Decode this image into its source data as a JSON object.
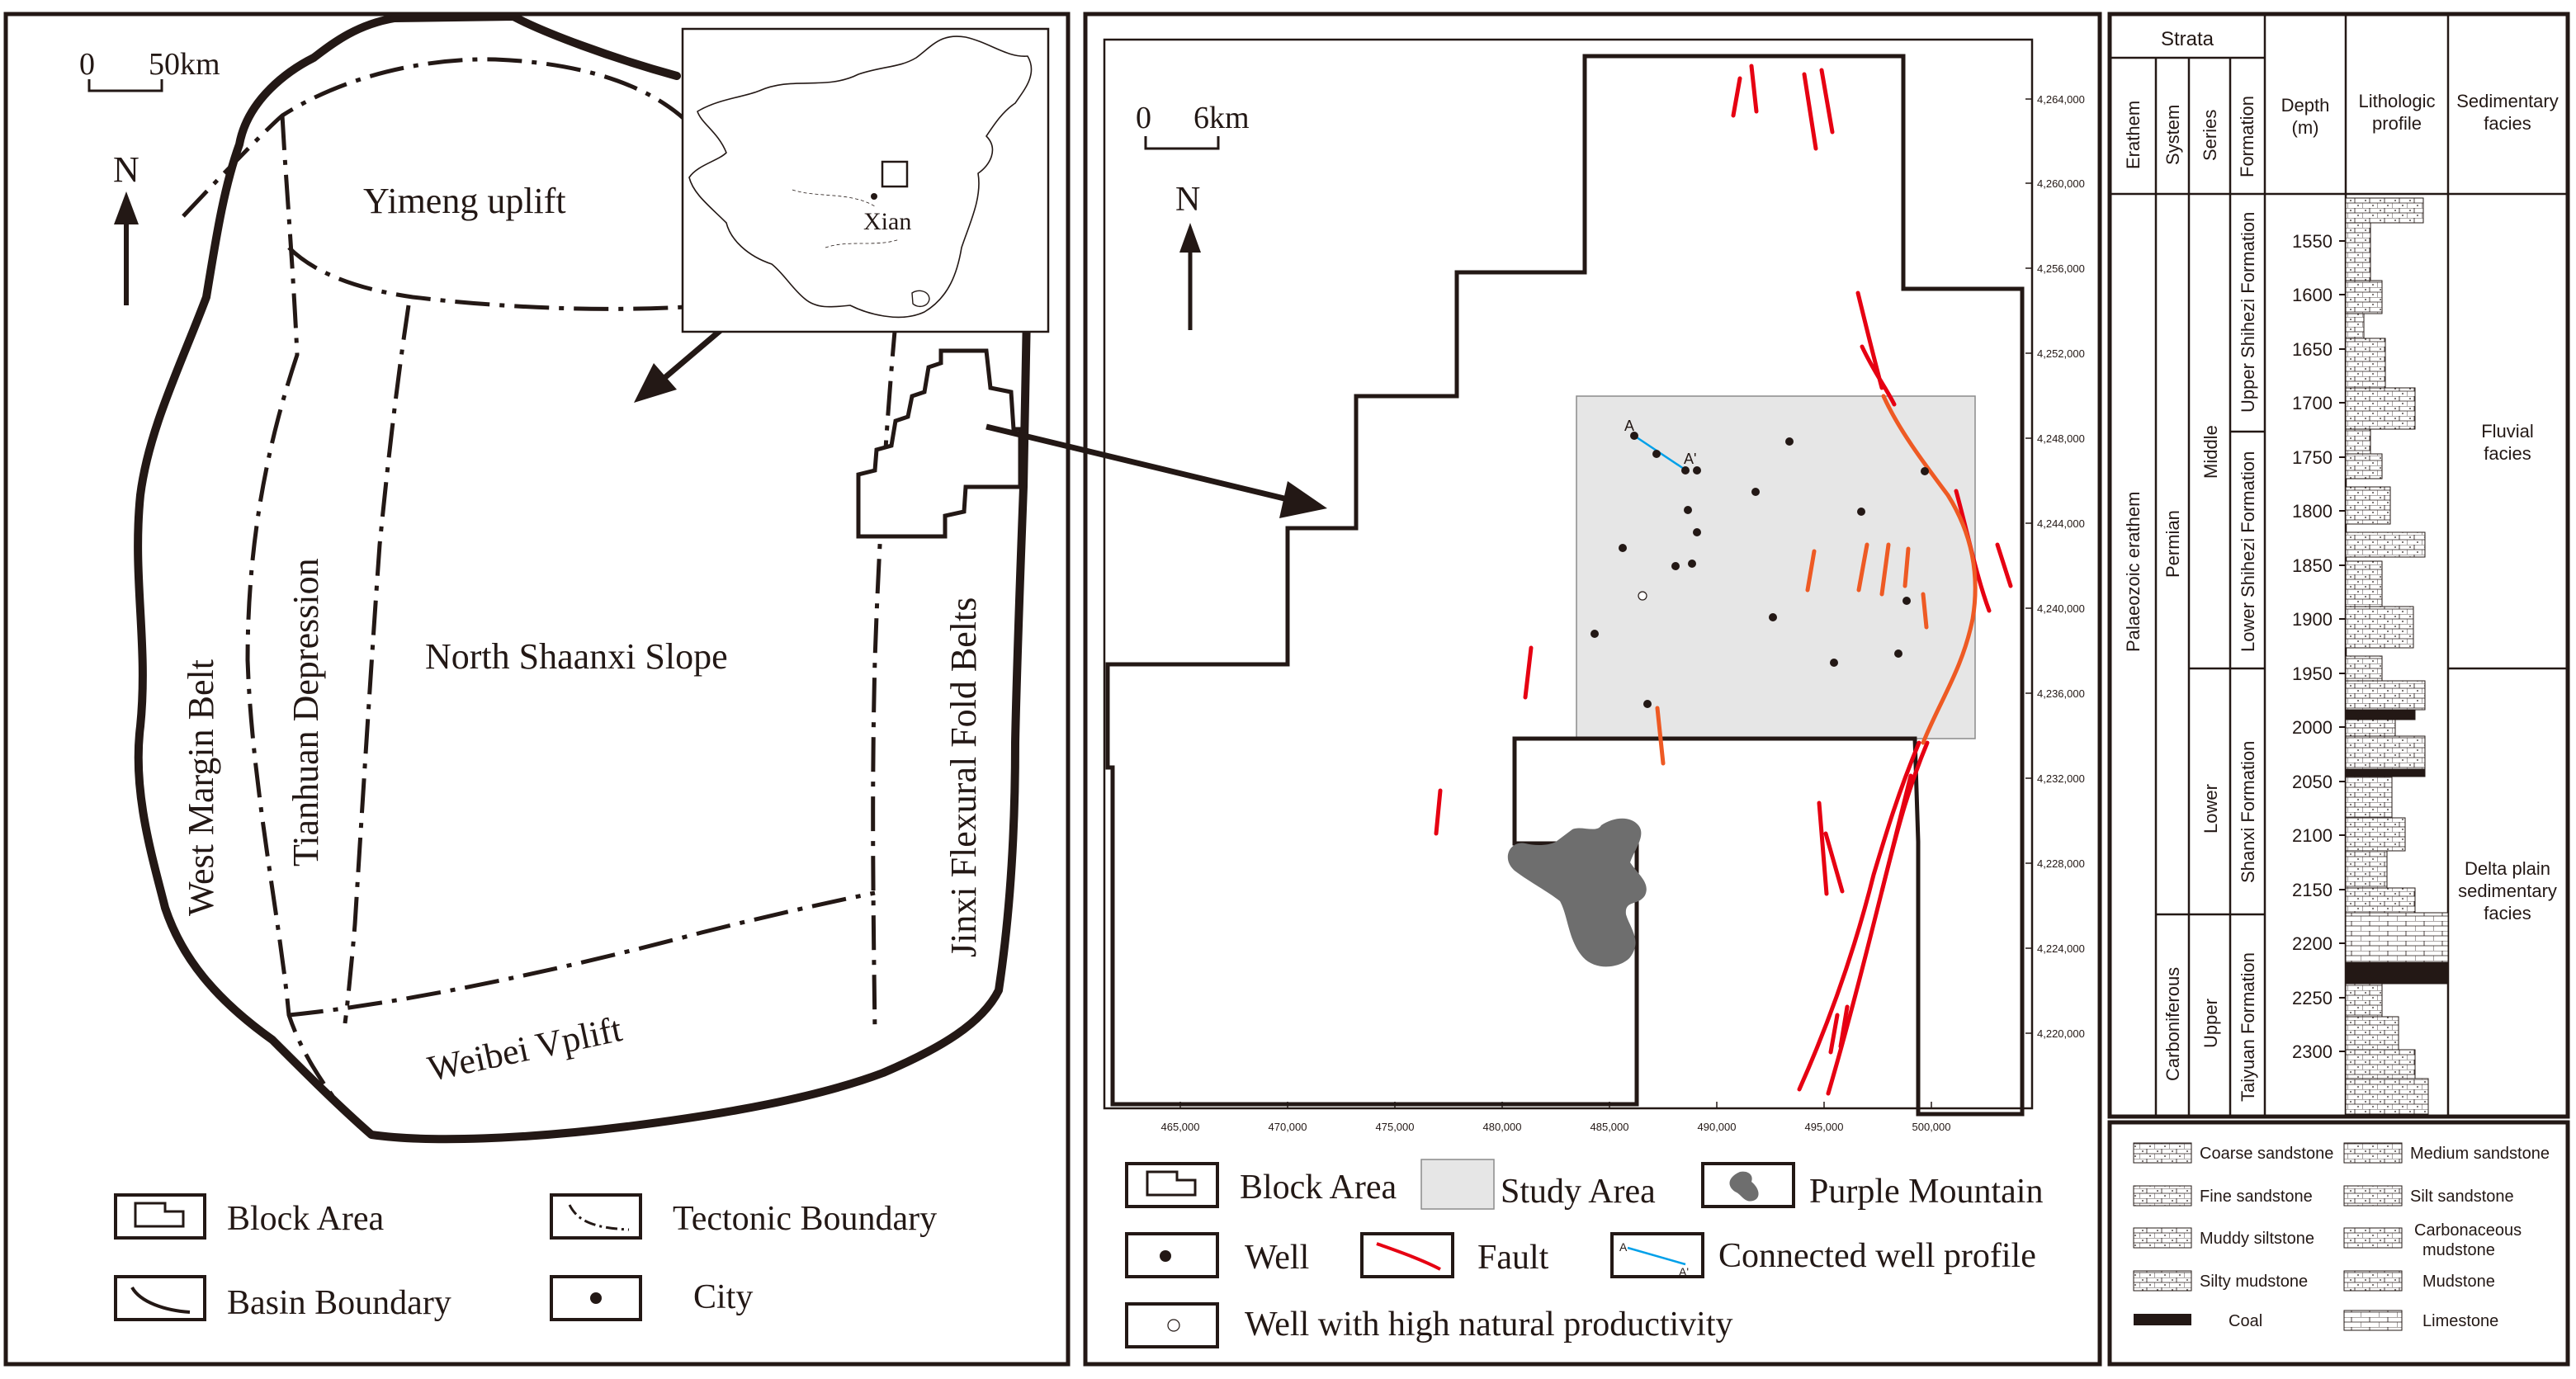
{
  "left_map": {
    "scale_zero": "0",
    "scale_value": "50km",
    "north": "N",
    "regions": {
      "yimeng": "Yimeng uplift",
      "north_shaanxi": "North Shaanxi Slope",
      "tianhuan": "Tianhuan Depression",
      "west_margin": "West Margin Belt",
      "jinxi": "Jinxi Flexural Fold Belts",
      "weibei": "Weibei Vplift"
    },
    "inset_city": "Xian",
    "legend": {
      "block_area": "Block Area",
      "tectonic_boundary": "Tectonic Boundary",
      "basin_boundary": "Basin Boundary",
      "city": "City"
    }
  },
  "mid_map": {
    "scale_zero": "0",
    "scale_value": "6km",
    "north": "N",
    "profile_start": "A",
    "profile_end": "A'",
    "northings": [
      "4,264,000",
      "4,260,000",
      "4,256,000",
      "4,252,000",
      "4,248,000",
      "4,244,000",
      "4,240,000",
      "4,236,000",
      "4,232,000",
      "4,228,000",
      "4,224,000",
      "4,220,000"
    ],
    "eastings": [
      "465,000",
      "470,000",
      "475,000",
      "480,000",
      "485,000",
      "490,000",
      "495,000",
      "500,000"
    ],
    "legend": {
      "block_area": "Block Area",
      "study_area": "Study Area",
      "purple_mountain": "Purple Mountain",
      "well": "Well",
      "fault": "Fault",
      "connected_profile": "Connected well profile",
      "high_productivity_well": "Well with high natural productivity"
    }
  },
  "column": {
    "header": {
      "strata": "Strata",
      "erathem": "Erathem",
      "system": "System",
      "series": "Series",
      "formation": "Formation",
      "depth_1": "Depth",
      "depth_2": "(m)",
      "litho_1": "Lithologic",
      "litho_2": "profile",
      "facies_1": "Sedimentary",
      "facies_2": "facies"
    },
    "erathem": "Palaeozoic erathem",
    "systems": {
      "permian": "Permian",
      "carboniferous": "Carboniferous"
    },
    "series": {
      "middle": "Middle",
      "lower": "Lower",
      "upper": "Upper"
    },
    "formations": {
      "upper_shihezi": "Upper Shihezi Formation",
      "lower_shihezi": "Lower Shihezi Formation",
      "shanxi": "Shanxi Formation",
      "taiyuan": "Taiyuan Formation"
    },
    "depths": [
      "1550",
      "1600",
      "1650",
      "1700",
      "1750",
      "1800",
      "1850",
      "1900",
      "1950",
      "2000",
      "2050",
      "2100",
      "2150",
      "2200",
      "2250",
      "2300"
    ],
    "facies": {
      "fluvial_1": "Fluvial",
      "fluvial_2": "facies",
      "delta_1": "Delta plain",
      "delta_2": "sedimentary",
      "delta_3": "facies"
    },
    "legend": {
      "coarse_sandstone": "Coarse sandstone",
      "medium_sandstone": "Medium sandstone",
      "fine_sandstone": "Fine sandstone",
      "silt_sandstone": "Silt sandstone",
      "muddy_siltstone": "Muddy siltstone",
      "carbonaceous_1": "Carbonaceous",
      "carbonaceous_2": "mudstone",
      "silty_mudstone": "Silty mudstone",
      "mudstone": "Mudstone",
      "coal": "Coal",
      "limestone": "Limestone"
    }
  },
  "colors": {
    "ink": "#231815",
    "fault": "#e60012",
    "fault_orange": "#ee5a24",
    "study_area": "#e6e6e6",
    "purple_mountain": "#6e6e6e",
    "profile_line": "#00a0e9"
  }
}
